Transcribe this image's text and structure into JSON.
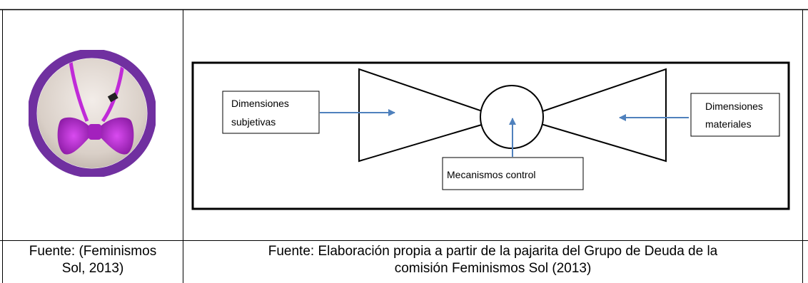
{
  "left_cell": {
    "caption_lines": [
      "Fuente: (Feminismos",
      "Sol, 2013)"
    ]
  },
  "right_cell": {
    "caption_lines": [
      "Fuente: Elaboración propia a partir de la pajarita del Grupo de Deuda de la",
      "comisión  Feminismos Sol (2013)"
    ]
  },
  "diagram": {
    "left_box": [
      "Dimensiones",
      "subjetivas"
    ],
    "right_box": [
      "Dimensiones",
      "materiales"
    ],
    "bottom_box": "Mecanismos control",
    "arrow_color": "#4f81bd"
  },
  "photo": {
    "ring_color": "#7030a0",
    "bow_color": "#b21fcf"
  }
}
